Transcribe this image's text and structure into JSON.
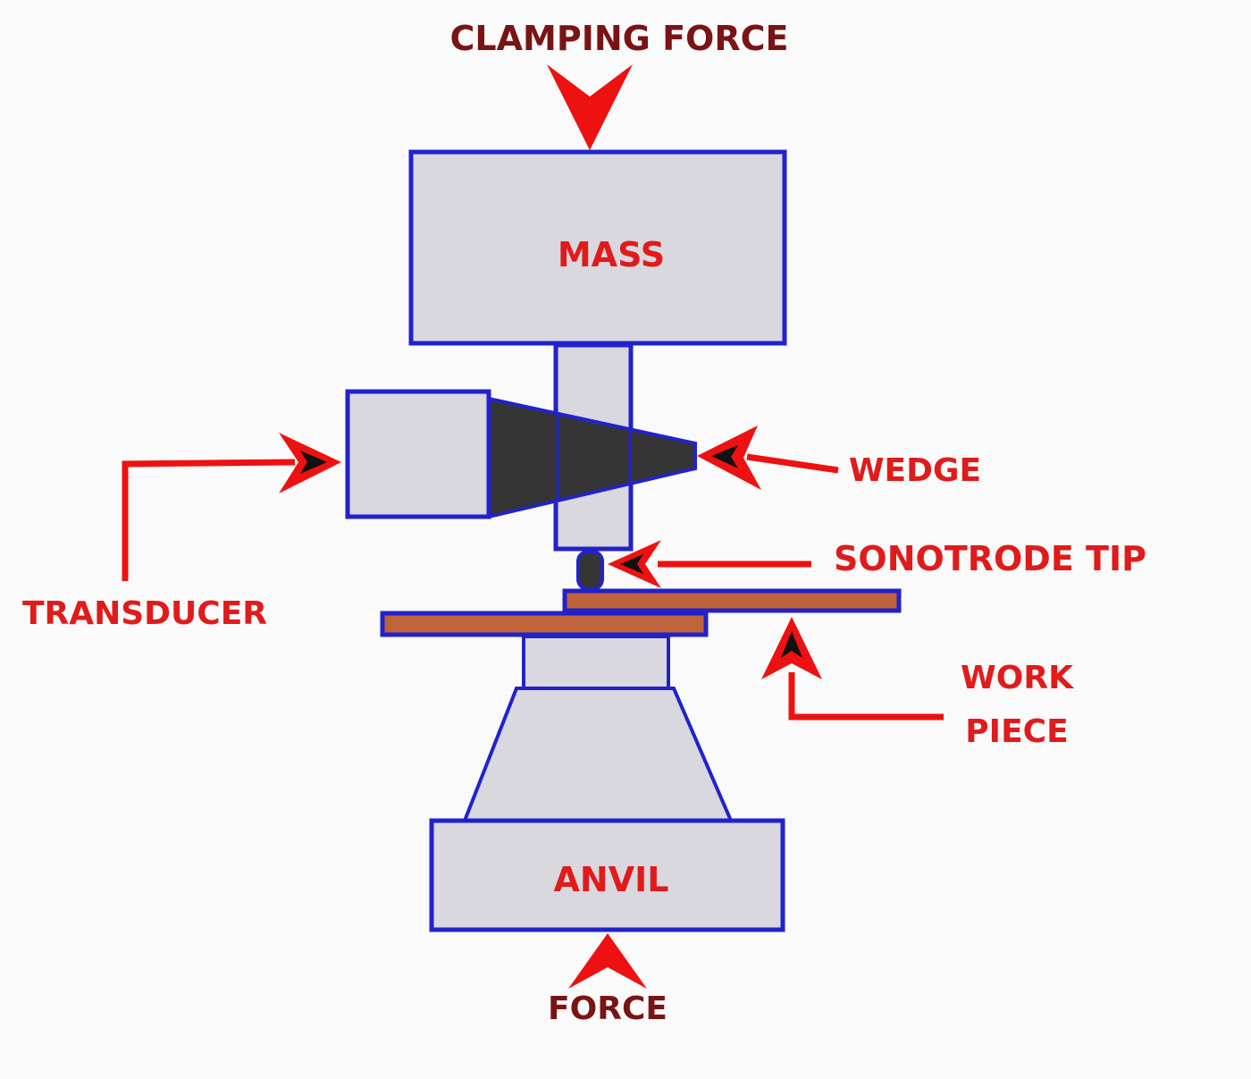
{
  "labels": {
    "clamping_force": "CLAMPING FORCE",
    "mass": "MASS",
    "wedge": "WEDGE",
    "transducer": "TRANSDUCER",
    "sonotrode_tip": "SONOTRODE TIP",
    "work_piece_line1": "WORK",
    "work_piece_line2": "PIECE",
    "anvil": "ANVIL",
    "force": "FORCE"
  },
  "colors": {
    "background": "#fafafa",
    "part_fill": "#d8d8de",
    "outline": "#2222cc",
    "wedge_fill": "#353535",
    "workpiece_fill": "#c0623a",
    "arrow_red": "#ee1111",
    "arrow_dark": "#111111",
    "label_red": "#e01b1b",
    "label_dark": "#7a1414"
  }
}
